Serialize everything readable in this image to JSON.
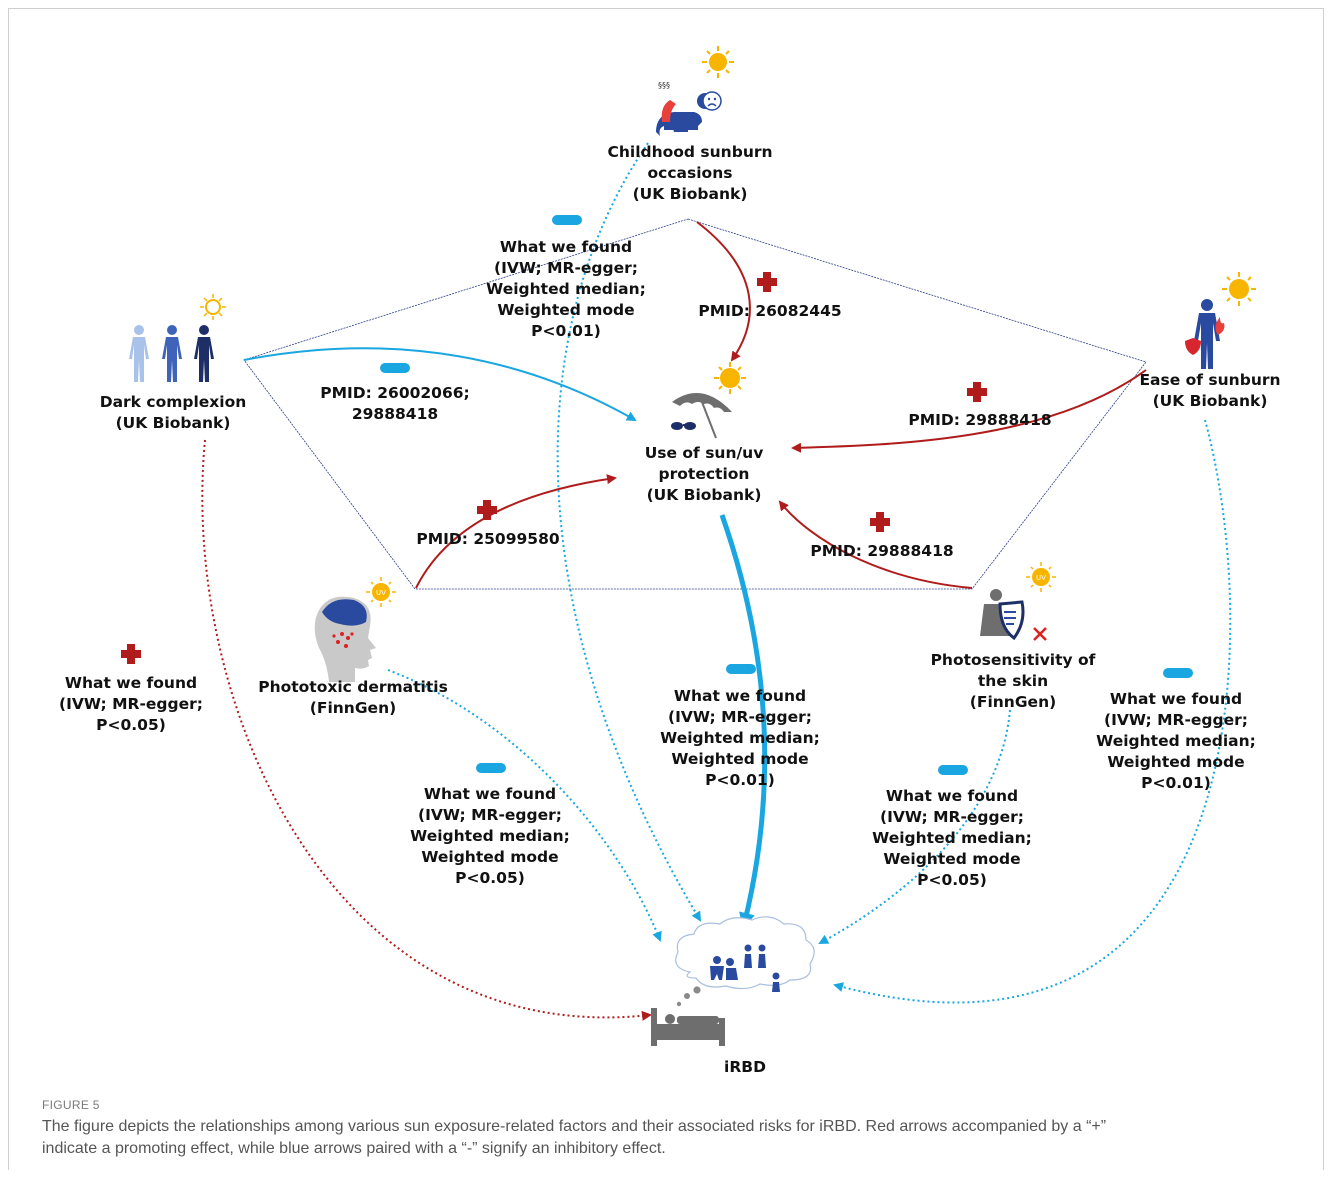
{
  "nodes": {
    "childhood": {
      "lines": [
        "Childhood sunburn",
        "occasions",
        "(UK Biobank)"
      ]
    },
    "dark": {
      "lines": [
        "Dark complexion",
        "(UK Biobank)"
      ]
    },
    "ease": {
      "lines": [
        "Ease of sunburn",
        "(UK Biobank)"
      ]
    },
    "protection": {
      "lines": [
        "Use of sun/uv",
        "protection",
        "(UK Biobank)"
      ]
    },
    "phototoxic": {
      "lines": [
        "Phototoxic dermatitis",
        "(FinnGen)"
      ]
    },
    "photosens": {
      "lines": [
        "Photosensitivity of",
        "the skin",
        "(FinnGen)"
      ]
    },
    "irbd": {
      "label": "iRBD"
    }
  },
  "edge_labels": {
    "childhood_irbd": [
      "What we found",
      "(IVW; MR-egger;",
      "Weighted median;",
      "Weighted mode",
      "P<0.01)"
    ],
    "childhood_protection": [
      "PMID: 26082445"
    ],
    "dark_protection": [
      "PMID: 26002066;",
      "29888418"
    ],
    "ease_protection": [
      "PMID: 29888418"
    ],
    "phototoxic_protection": [
      "PMID: 25099580"
    ],
    "photosens_protection": [
      "PMID: 29888418"
    ],
    "dark_irbd": [
      "What we found",
      "(IVW; MR-egger;",
      "P<0.05)"
    ],
    "protection_irbd": [
      "What we found",
      "(IVW; MR-egger;",
      "Weighted median;",
      "Weighted mode",
      "P<0.01)"
    ],
    "phototoxic_irbd": [
      "What we found",
      "(IVW; MR-egger;",
      "Weighted median;",
      "Weighted mode",
      "P<0.05)"
    ],
    "photosens_irbd": [
      "What we found",
      "(IVW; MR-egger;",
      "Weighted median;",
      "Weighted mode",
      "P<0.05)"
    ],
    "ease_irbd": [
      "What we found",
      "(IVW; MR-egger;",
      "Weighted median;",
      "Weighted mode",
      "P<0.01)"
    ]
  },
  "icons": [
    "sun-icon",
    "uv-sun-icon",
    "umbrella-icon",
    "sunglasses-icon",
    "human-figures-icon",
    "crawling-child-icon",
    "sad-face-icon",
    "flame-icon",
    "shield-icon",
    "head-profile-icon",
    "businessman-icon",
    "dream-cloud-icon",
    "bed-icon",
    "plus-sign-icon",
    "minus-sign-icon"
  ],
  "colors": {
    "promote": "#b01c1c",
    "inhibit": "#1aa6e0",
    "pentagon": "#2c3e8a",
    "figure": "#2a4aa0",
    "sun": "#f7b500"
  },
  "caption": {
    "head": "FIGURE 5",
    "lines": [
      "The figure depicts the relationships among various sun exposure-related factors and their associated risks for iRBD. Red arrows accompanied by a “+”",
      "indicate a promoting effect, while blue arrows paired with a “-” signify an inhibitory effect."
    ]
  }
}
